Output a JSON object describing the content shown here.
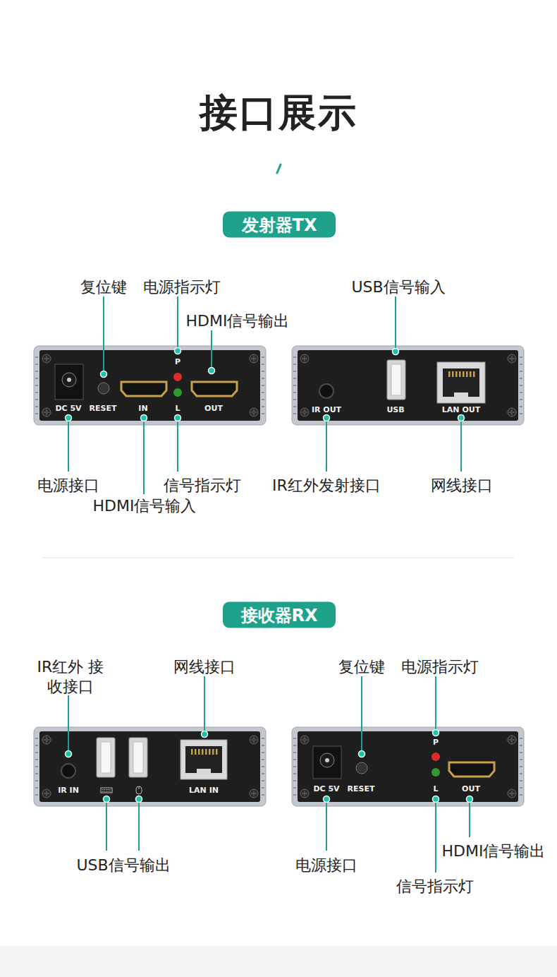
{
  "diagram": {
    "title": "接口展示",
    "nodes": [
      {
        "text": [
          "发射器TX"
        ]
      },
      {
        "text": [
          "接收器RX"
        ]
      }
    ],
    "labels": [
      "复位键",
      "电源指示灯",
      "HDMI信号输出",
      "电源接口",
      "HDMI信号输入",
      "信号指示灯",
      "DC 5V",
      "RESET",
      "IN",
      "P",
      "L",
      "OUT",
      "USB信号输入",
      "IR红外发射接口",
      "网线接口",
      "IR OUT",
      "USB",
      "LAN OUT",
      "IR红外 接收接口",
      "网线接口",
      "USB信号输出",
      "IR IN",
      "LAN IN",
      "复位键",
      "电源指示灯",
      "电源接口",
      "HDMI信号输出",
      "信号指示灯",
      "DC 5V",
      "RESET",
      "P",
      "L",
      "OUT"
    ]
  }
}
